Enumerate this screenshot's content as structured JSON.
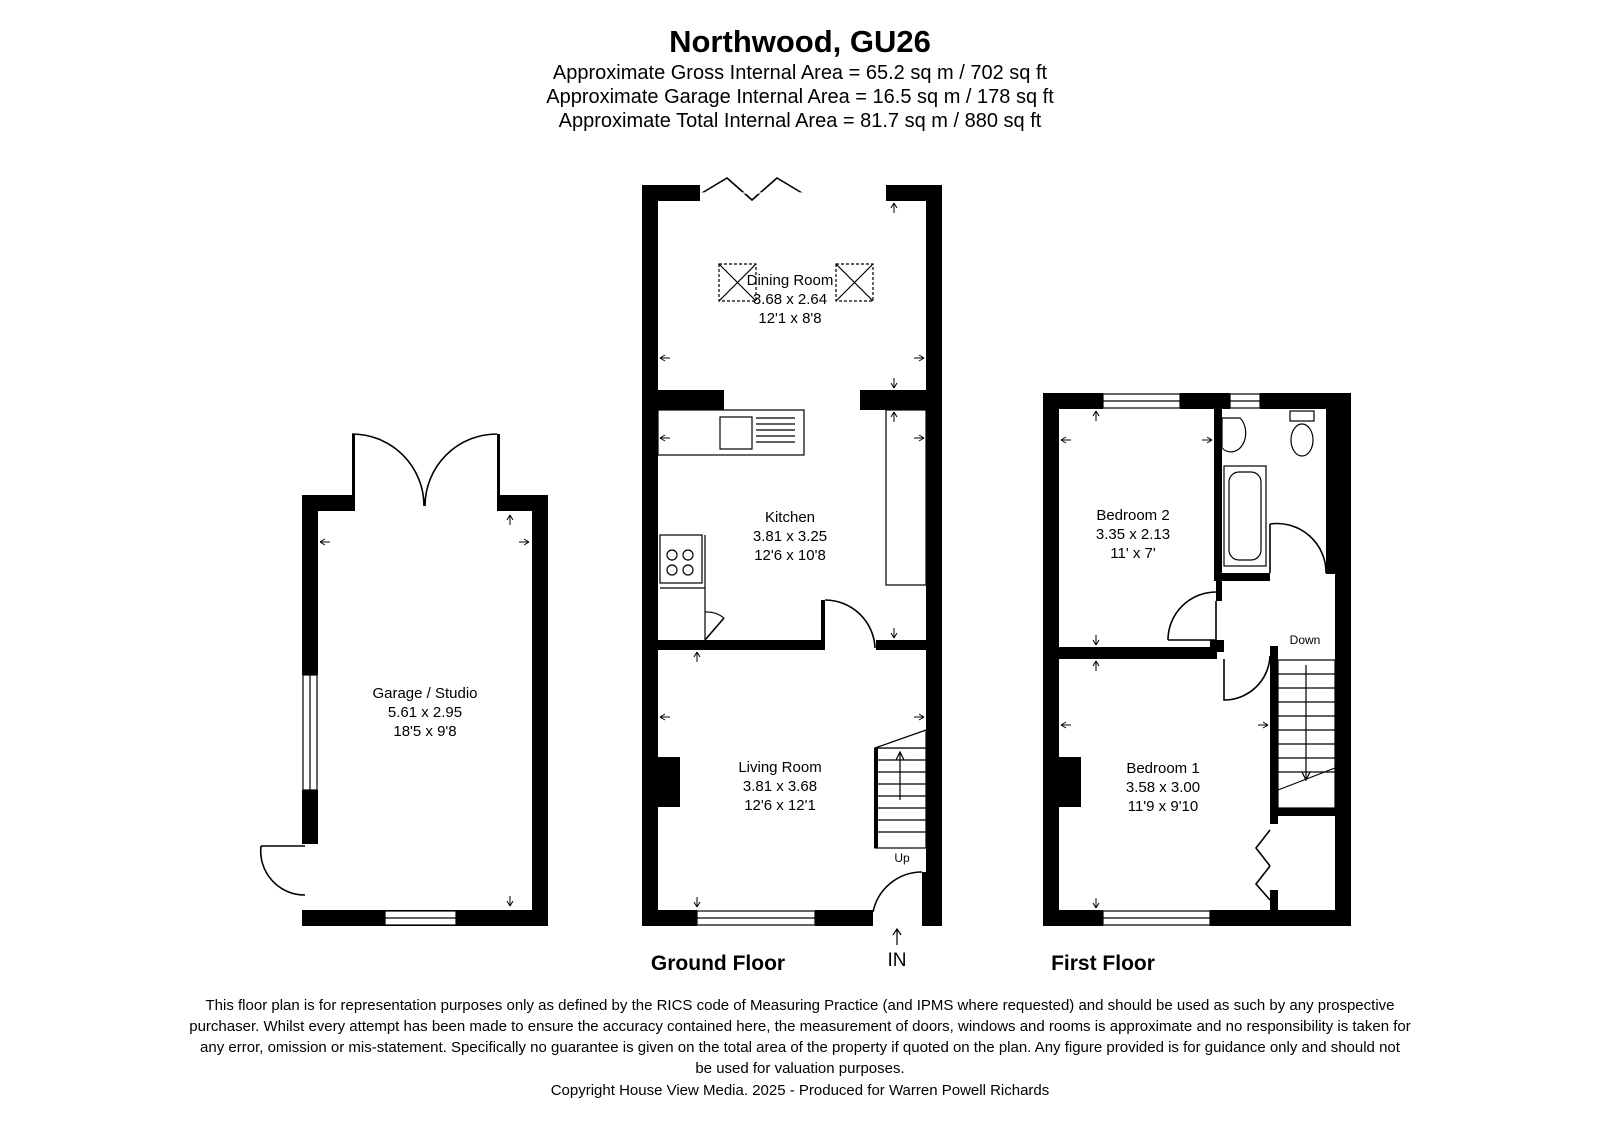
{
  "header": {
    "title": "Northwood, GU26",
    "gross_area": "Approximate Gross Internal Area = 65.2 sq m / 702 sq ft",
    "garage_area": "Approximate Garage Internal Area = 16.5 sq m / 178 sq ft",
    "total_area": "Approximate Total Internal Area = 81.7 sq m / 880 sq ft"
  },
  "rooms": {
    "garage": {
      "name": "Garage / Studio",
      "metric": "5.61 x 2.95",
      "imperial": "18'5 x 9'8"
    },
    "dining": {
      "name": "Dining Room",
      "metric": "3.68 x 2.64",
      "imperial": "12'1 x 8'8"
    },
    "kitchen": {
      "name": "Kitchen",
      "metric": "3.81 x 3.25",
      "imperial": "12'6 x 10'8"
    },
    "living": {
      "name": "Living Room",
      "metric": "3.81 x 3.68",
      "imperial": "12'6 x 12'1"
    },
    "bedroom2": {
      "name": "Bedroom 2",
      "metric": "3.35 x 2.13",
      "imperial": "11' x 7'"
    },
    "bedroom1": {
      "name": "Bedroom 1",
      "metric": "3.58 x 3.00",
      "imperial": "11'9 x 9'10"
    }
  },
  "labels": {
    "up": "Up",
    "down": "Down",
    "entry": "IN",
    "ground_floor": "Ground Floor",
    "first_floor": "First Floor"
  },
  "footer": {
    "disclaimer_line1": "This floor plan is for representation purposes only as defined by the RICS code of Measuring Practice (and IPMS where requested) and should be used as such by any prospective",
    "disclaimer_line2": "purchaser. Whilst every attempt has been made to ensure the accuracy contained here, the measurement of doors, windows and rooms is approximate and no responsibility is taken for",
    "disclaimer_line3": "any error, omission or mis-statement. Specifically no guarantee is given on the total area of the property if quoted on the plan. Any figure provided is for guidance only and should not",
    "disclaimer_line4": "be used for valuation purposes.",
    "copyright": "Copyright House View Media. 2025 - Produced for Warren Powell Richards"
  }
}
